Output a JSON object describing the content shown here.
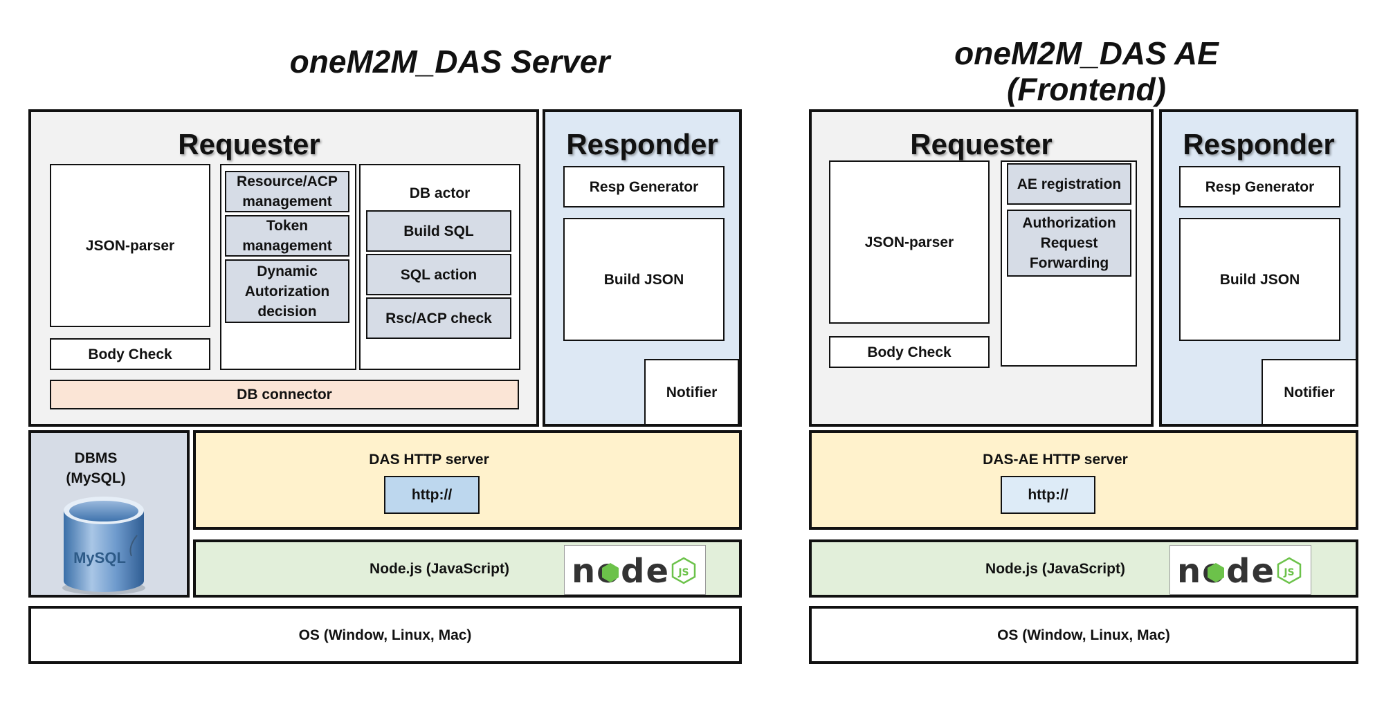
{
  "server": {
    "title": "oneM2M_DAS Server",
    "requester": {
      "heading": "Requester",
      "json_parser": "JSON-parser",
      "body_check": "Body Check",
      "resource_acp": "Resource/ACP management",
      "token": "Token management",
      "dynamic_auth": "Dynamic Autorization decision",
      "db_actor": "DB actor",
      "build_sql": "Build SQL",
      "sql_action": "SQL action",
      "rsc_acp_check": "Rsc/ACP check",
      "db_connector": "DB connector"
    },
    "responder": {
      "heading": "Responder",
      "resp_generator": "Resp Generator",
      "build_json": "Build JSON",
      "notifier": "Notifier"
    },
    "dbms": {
      "label1": "DBMS",
      "label2": "(MySQL)",
      "logo_text": "MySQL"
    },
    "http": {
      "label": "DAS HTTP server",
      "url": "http://"
    },
    "node": {
      "label": "Node.js (JavaScript)",
      "logo_word": "node",
      "logo_js": "JS"
    },
    "os": "OS (Window, Linux, Mac)"
  },
  "ae": {
    "title_line1": "oneM2M_DAS AE",
    "title_line2": "(Frontend)",
    "requester": {
      "heading": "Requester",
      "json_parser": "JSON-parser",
      "body_check": "Body Check",
      "ae_registration": "AE registration",
      "auth_forwarding": "Authorization Request Forwarding"
    },
    "responder": {
      "heading": "Responder",
      "resp_generator": "Resp Generator",
      "build_json": "Build JSON",
      "notifier": "Notifier"
    },
    "http": {
      "label": "DAS-AE HTTP server",
      "url": "http://"
    },
    "node": {
      "label": "Node.js (JavaScript)",
      "logo_word": "node",
      "logo_js": "JS"
    },
    "os": "OS (Window, Linux, Mac)"
  },
  "colors": {
    "requester_bg": "#f2f2f2",
    "responder_bg": "#dde8f4",
    "http_bg": "#fff2cc",
    "node_bg": "#e2efda",
    "sub_bg": "#d6dce6",
    "db_connector_bg": "#fbe5d6",
    "node_green": "#6cc24a",
    "node_dark": "#333333"
  }
}
